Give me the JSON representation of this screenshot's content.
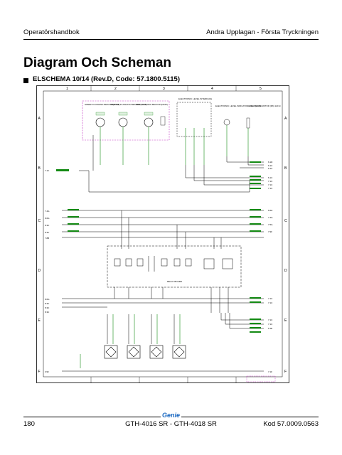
{
  "header": {
    "left": "Operatörshandbok",
    "right": "Andra Upplagan - Första Tryckningen"
  },
  "title": "Diagram Och Scheman",
  "section": {
    "heading": "ELSCHEMA 10/14 (Rev.D, Code: 57.1800.5115)"
  },
  "schematic": {
    "columns": [
      "1",
      "2",
      "3",
      "4",
      "5"
    ],
    "rows": [
      "A",
      "B",
      "C",
      "D",
      "E",
      "F"
    ],
    "lamps": [
      {
        "label": "GREEN FLASHING BEACON(H162)"
      },
      {
        "label": "ORANGE FLASHING BEACON(H161)"
      },
      {
        "label": "RED FLASHING BEACON(H160)"
      }
    ],
    "interface_label": "ELECTRONIC LEVEL INTERFACE",
    "indicator_label": "ELECTRONIC LEVEL INDICATOR LIGHT(H16)",
    "resistor_label": "LINE CAN RESISTOR (R6) 120 Ω",
    "relay_board_label": "RELAY BOARD",
    "left_tags": [
      "7.1C",
      "7.4G",
      "8.6G",
      "8.3C",
      "8.3C",
      "7.8B",
      "8.6G",
      "8.3C",
      "8.3C",
      "8.3C",
      "F.9F"
    ],
    "right_tags": [
      "6.1D",
      "6.1C",
      "6.1C",
      "6.1C",
      "7.1C",
      "7.1C",
      "7.1C",
      "6.6H",
      "7.4G",
      "7.5G",
      "7.9F",
      "7.1C",
      "7.1C",
      "7.1C",
      "7.1C",
      "6.1E",
      "7.1F"
    ]
  },
  "footer": {
    "page": "180",
    "model": "GTH-4016 SR - GTH-4018 SR",
    "code": "Kod 57.0009.0563",
    "logo": "Genie"
  },
  "colors": {
    "wire_green": "#138a13",
    "wire_black": "#000000",
    "highlight_magenta": "#c030c0",
    "logo_blue": "#1565c0"
  }
}
